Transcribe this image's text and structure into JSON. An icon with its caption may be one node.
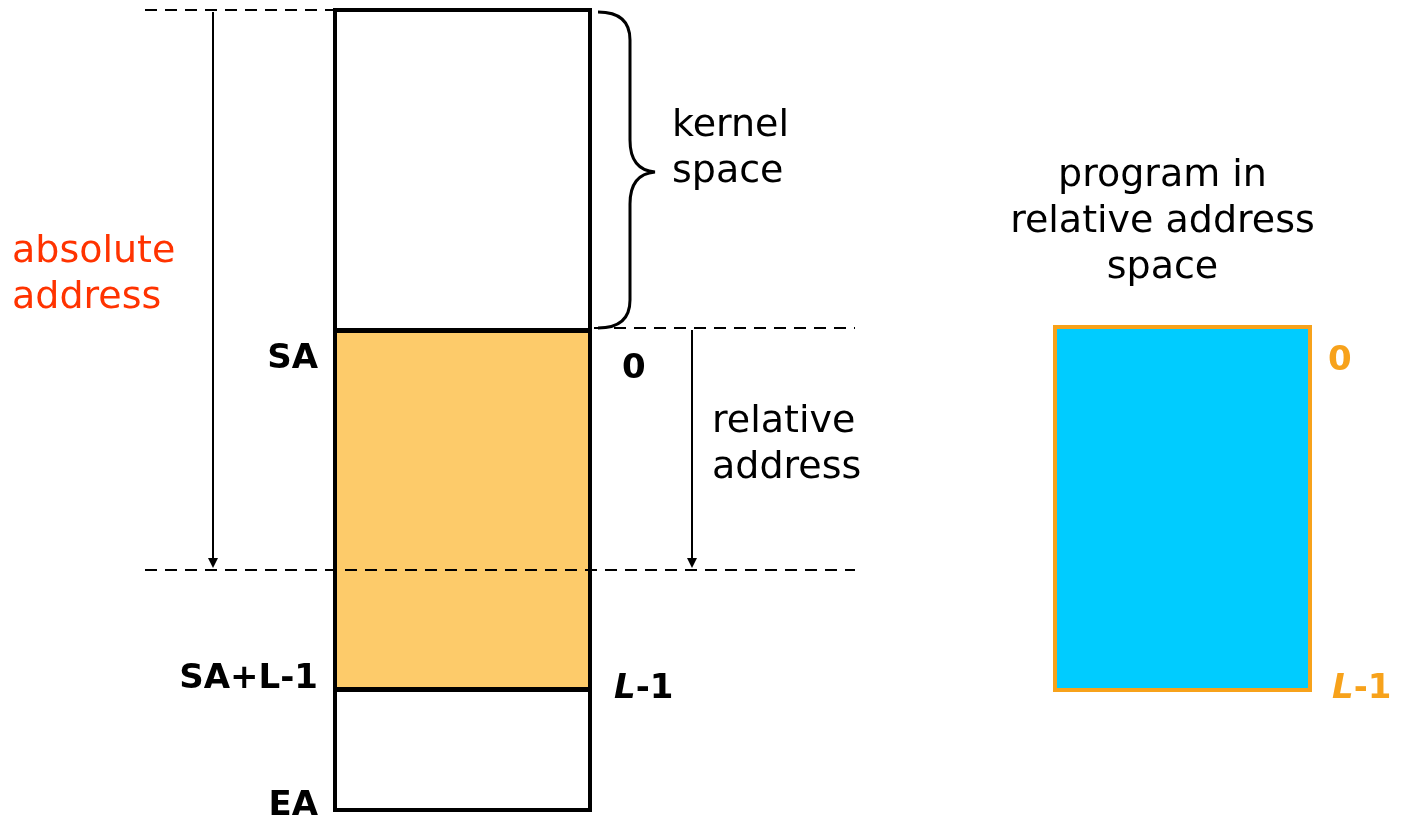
{
  "diagram": {
    "nodes": [
      {
        "text": [],
        "shape": "box",
        "beside": [
          "kernel space"
        ]
      },
      {
        "text": [],
        "shape": "box"
      },
      {
        "text": [],
        "shape": "box"
      },
      {
        "text": [
          "program in relative address space"
        ]
      }
    ],
    "labels": [
      "absolute address",
      "SA",
      "0",
      "relative address",
      "SA+L-1",
      "*L*-1",
      "EA",
      "0",
      "*L*-1"
    ]
  }
}
